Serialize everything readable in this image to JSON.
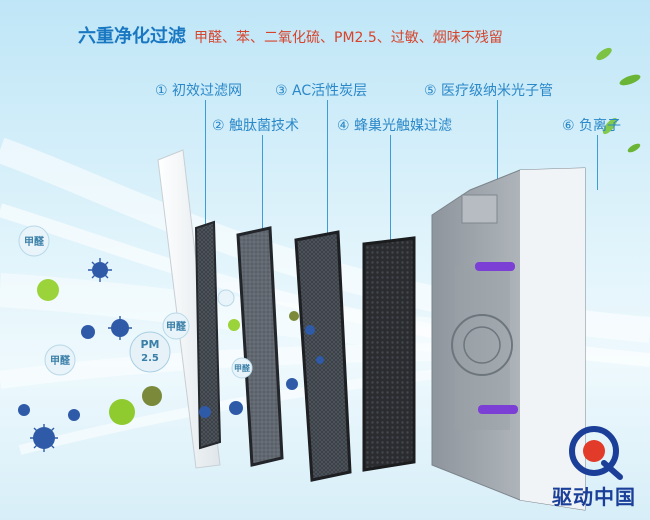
{
  "headline": {
    "main": "六重净化过滤",
    "sub": "甲醛、苯、二氧化硫、PM2.5、过敏、烟味不残留"
  },
  "stages": [
    {
      "label": "① 初效过滤网"
    },
    {
      "label": "② 触肽菌技术"
    },
    {
      "label": "③ AC活性炭层"
    },
    {
      "label": "④ 蜂巢光触媒过滤"
    },
    {
      "label": "⑤ 医疗级纳米光子管"
    },
    {
      "label": "⑥ 负离子"
    }
  ],
  "particles": {
    "formaldehyde": "甲醛",
    "pm_top": "PM",
    "pm_bottom": "2.5"
  },
  "watermark": {
    "text": "驱动中国"
  },
  "colors": {
    "title": "#1a78c2",
    "subtitle": "#d6442c",
    "label": "#2b88c8",
    "watermark": "#1b3f99",
    "uv_lamp": "#7b3fd6"
  }
}
